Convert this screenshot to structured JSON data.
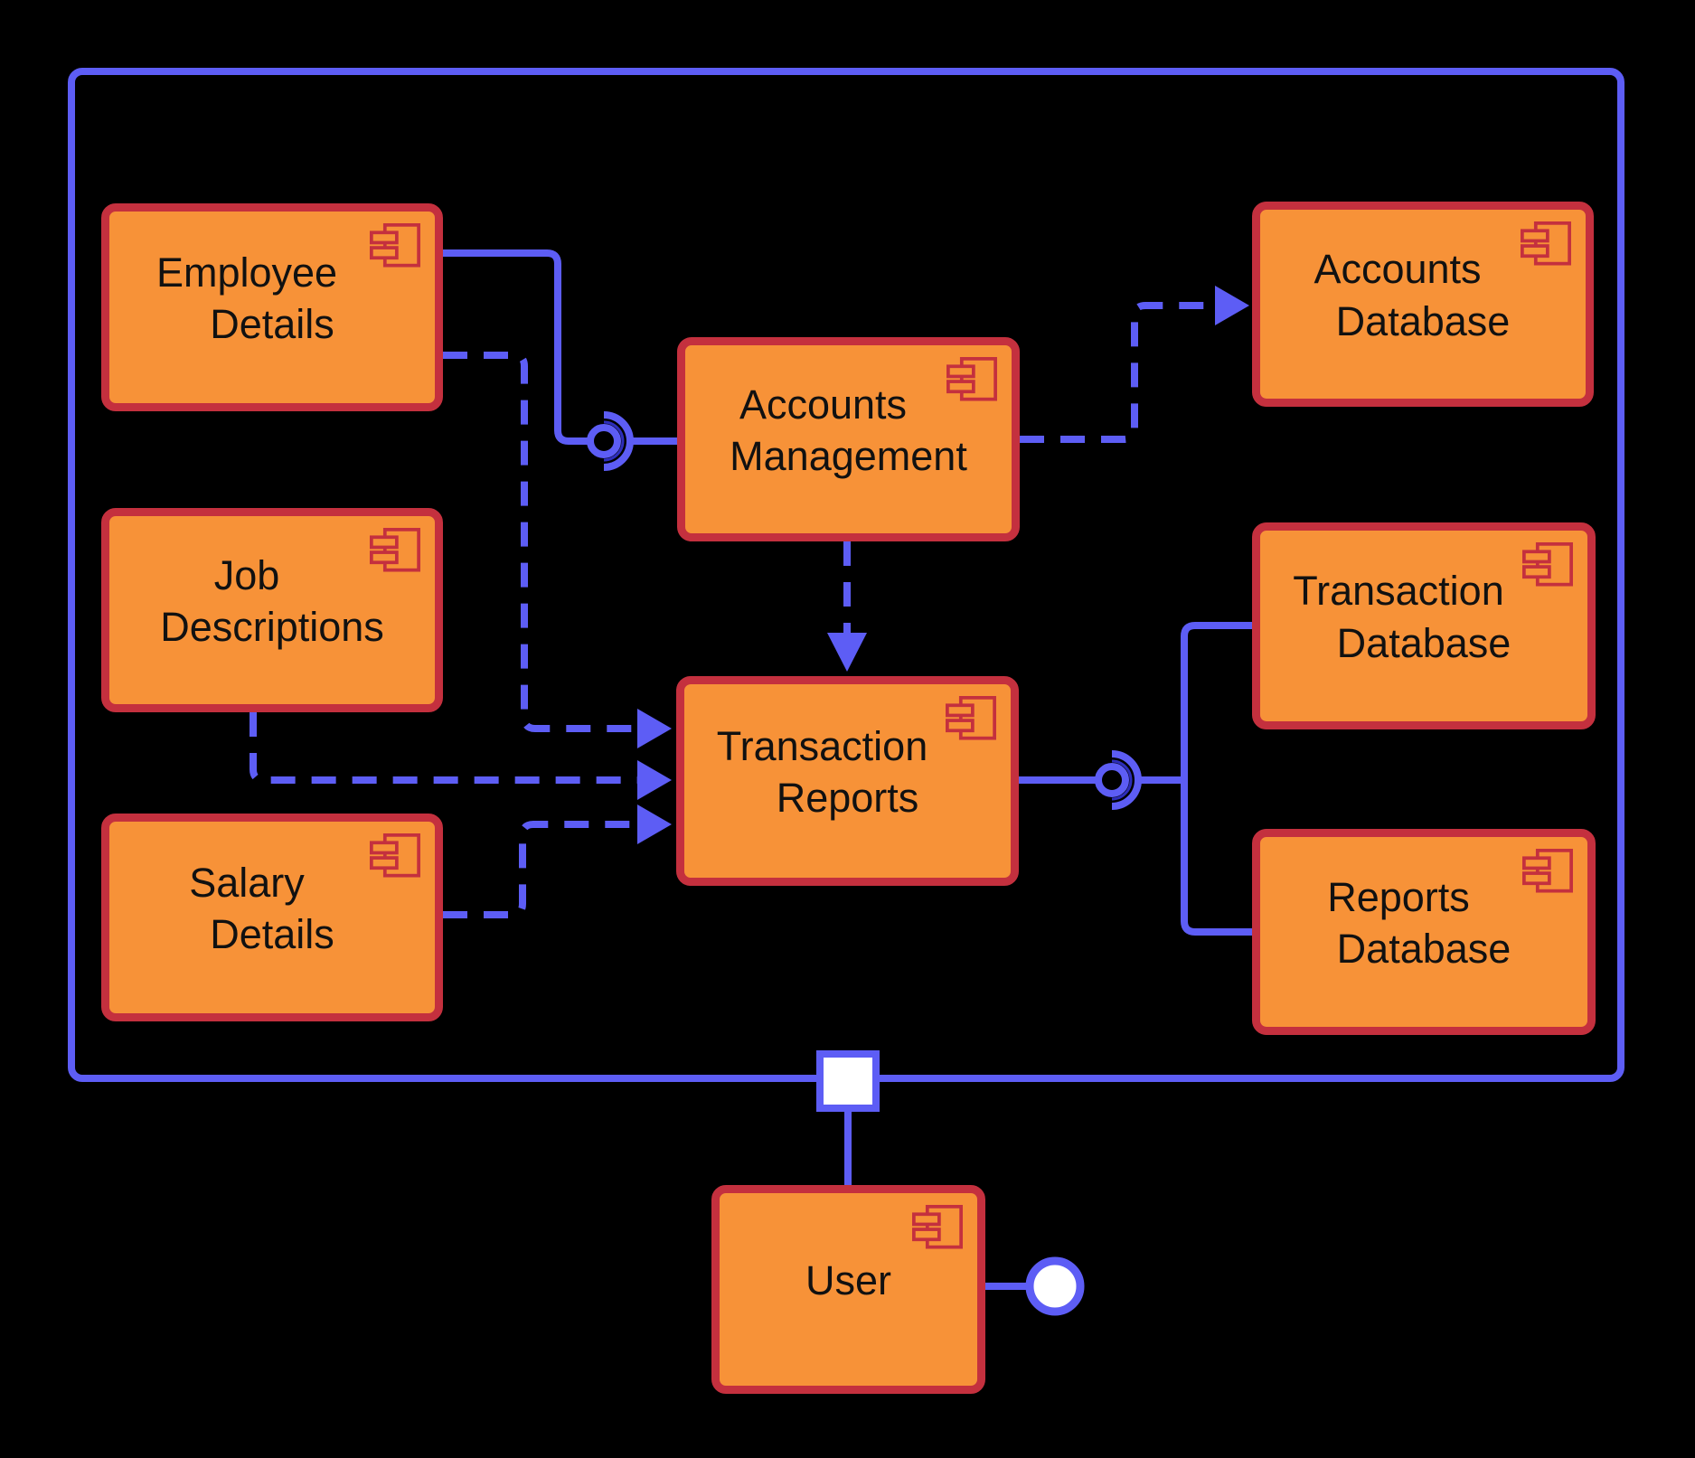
{
  "diagram": {
    "type": "uml-component-diagram",
    "colors": {
      "background": "#000000",
      "connector_blue": "#5d5df5",
      "component_fill": "#f79238",
      "component_border": "#c4303e",
      "label_text": "#111111",
      "interface_fill": "#ffffff"
    },
    "nodes": [
      {
        "id": "employee-details",
        "lines": [
          "Employee",
          "Details"
        ]
      },
      {
        "id": "job-descriptions",
        "lines": [
          "Job",
          "Descriptions"
        ]
      },
      {
        "id": "salary-details",
        "lines": [
          "Salary",
          "Details"
        ]
      },
      {
        "id": "accounts-management",
        "lines": [
          "Accounts",
          "Management"
        ]
      },
      {
        "id": "transaction-reports",
        "lines": [
          "Transaction",
          "Reports"
        ]
      },
      {
        "id": "accounts-database",
        "lines": [
          "Accounts",
          "Database"
        ]
      },
      {
        "id": "transaction-database",
        "lines": [
          "Transaction",
          "Database"
        ]
      },
      {
        "id": "reports-database",
        "lines": [
          "Reports",
          "Database"
        ]
      },
      {
        "id": "user",
        "lines": [
          "User"
        ]
      }
    ],
    "edges": [
      {
        "from": "Employee Details",
        "to": "Accounts Management",
        "style": "solid-ball-socket"
      },
      {
        "from": "Accounts Management",
        "to": "Accounts Database",
        "style": "dashed-arrow"
      },
      {
        "from": "Accounts Management",
        "to": "Transaction Reports",
        "style": "dashed-arrow"
      },
      {
        "from": "Employee Details",
        "to": "Transaction Reports",
        "style": "dashed-arrow"
      },
      {
        "from": "Job Descriptions",
        "to": "Transaction Reports",
        "style": "dashed-arrow"
      },
      {
        "from": "Salary Details",
        "to": "Transaction Reports",
        "style": "dashed-arrow"
      },
      {
        "from": "Transaction Reports",
        "to": "Transaction Database",
        "style": "solid-ball-socket"
      },
      {
        "from": "Transaction Reports",
        "to": "Reports Database",
        "style": "solid-ball-socket"
      },
      {
        "from": "system-boundary",
        "to": "User",
        "style": "port-line"
      },
      {
        "from": "User",
        "to": "provided-interface",
        "style": "lollipop"
      }
    ]
  }
}
